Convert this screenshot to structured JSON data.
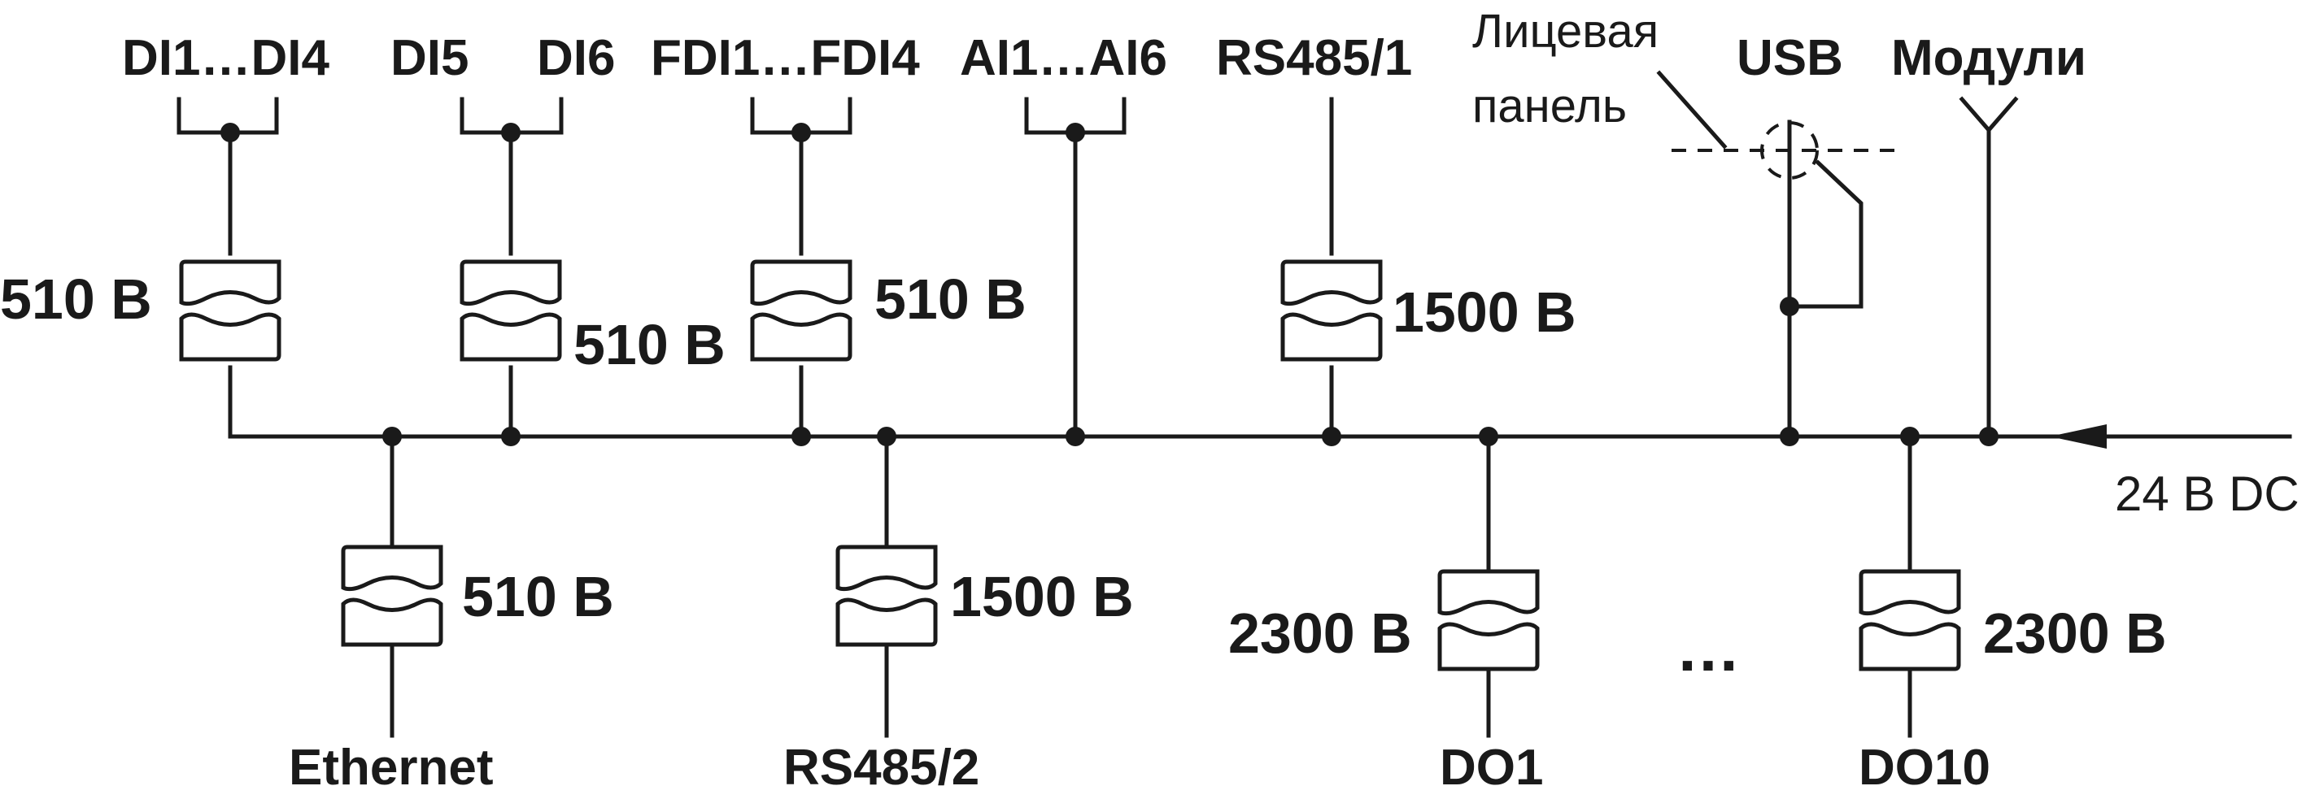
{
  "labels": {
    "di1_4": "DI1…DI4",
    "di5": "DI5",
    "di6": "DI6",
    "fdi1_4": "FDI1…FDI4",
    "ai1_6": "AI1…AI6",
    "rs485_1": "RS485/1",
    "front_panel_line1": "Лицевая",
    "front_panel_line2": "панель",
    "usb": "USB",
    "modules": "Модули",
    "power": "24 В DC",
    "ethernet": "Ethernet",
    "rs485_2": "RS485/2",
    "do1": "DO1",
    "do10": "DO10",
    "ellipsis": "…"
  },
  "ratings": {
    "di1_4": "510 В",
    "di5_6": "510 В",
    "fdi": "510 В",
    "rs485_1": "1500 В",
    "ethernet": "510 В",
    "rs485_2": "1500 В",
    "do1": "2300 В",
    "do10": "2300 В"
  },
  "colors": {
    "line": "#1a1a1a",
    "background": "#ffffff"
  },
  "icons": {
    "isolation": "isolation-barrier-icon",
    "antenna": "antenna-fork-icon",
    "arrow": "arrow-left-icon"
  }
}
